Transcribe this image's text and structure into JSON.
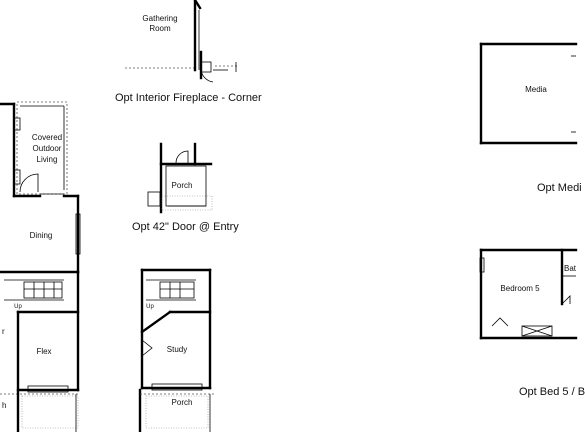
{
  "captions": {
    "fireplace": "Opt Interior Fireplace - Corner",
    "door": "Opt 42\" Door @ Entry",
    "media": "Opt Medi",
    "bed5": "Opt Bed 5 / B"
  },
  "rooms": {
    "gathering": [
      "Gathering",
      "Room"
    ],
    "covered_outdoor": [
      "Covered",
      "Outdoor",
      "Living"
    ],
    "dining": "Dining",
    "flex": "Flex",
    "porch_main": "Porch",
    "porch_door": "Porch",
    "porch_study": "Porch",
    "study": "Study",
    "media": "Media",
    "bedroom5": "Bedroom 5",
    "bath_partial": "Bat",
    "up_left": "Up",
    "up_study": "Up",
    "cut_r": "r",
    "cut_h": "h"
  }
}
